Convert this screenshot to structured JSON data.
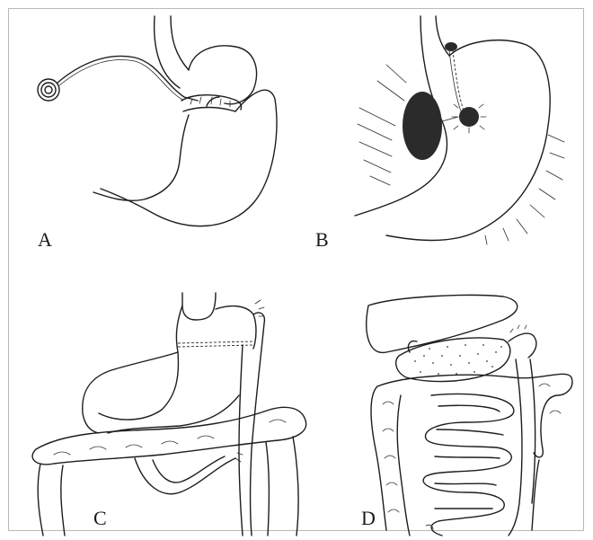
{
  "panels": [
    {
      "id": "a",
      "label": "A"
    },
    {
      "id": "b",
      "label": "B"
    },
    {
      "id": "c",
      "label": "C"
    },
    {
      "id": "d",
      "label": "D"
    }
  ],
  "colors": {
    "ink": "#1d1d1d",
    "frame": "#b9b9b9",
    "fill_dark": "#2b2b2b"
  }
}
